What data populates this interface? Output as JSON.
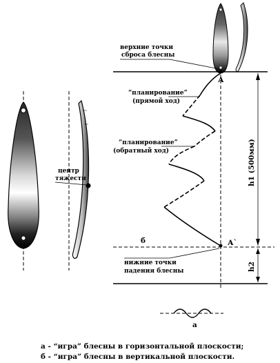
{
  "labels": {
    "upper_points": [
      "верхние точки",
      "сброса блесны"
    ],
    "planing_direct": [
      "“планирование”",
      "(прямой ход)"
    ],
    "planing_reverse": [
      "“планирование”",
      "(обратный ход)"
    ],
    "gravity_center": [
      "центр",
      "тяжести"
    ],
    "point_a": "А",
    "point_a_prime": "А`",
    "point_b": "б",
    "lower_points": [
      "нижние точки",
      "падения блесны"
    ],
    "h1": "h1 (500мм)",
    "h2": "h2",
    "wave_label": "а"
  },
  "legend": [
    "а - “игра” блесны в горизонтальной плоскости;",
    "б - “игра” блесны в вертикальной плоскости."
  ]
}
